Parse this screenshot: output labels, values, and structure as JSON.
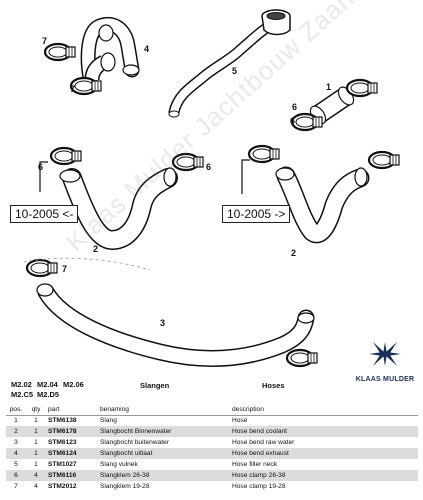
{
  "callouts": {
    "n1": "1",
    "n2a": "2",
    "n2b": "2",
    "n3": "3",
    "n4": "4",
    "n5": "5",
    "n6a": "6",
    "n6b": "6",
    "n6c": "6",
    "n6d": "6",
    "n7a": "7",
    "n7b": "7",
    "n7c": "7"
  },
  "date_before": "10-2005 <-",
  "date_after": "10-2005 ->",
  "watermark": "Klaas Mulder Jachtbouw Zaandam",
  "logo_text": "KLAAS MULDER",
  "models_row1": [
    "M2.02",
    "M2.04",
    "M2.06"
  ],
  "models_row2": [
    "M2.C5",
    "M2.D5"
  ],
  "column_heads": {
    "dutch": "Slangen",
    "english": "Hoses"
  },
  "table": {
    "headers": {
      "pos": "pos.",
      "qty": "qty",
      "part": "part",
      "name_nl": "benaming",
      "description": "description"
    },
    "rows": [
      {
        "pos": "1",
        "qty": "1",
        "part": "STM6138",
        "name_nl": "Slang",
        "description": "Hose"
      },
      {
        "pos": "2",
        "qty": "1",
        "part": "STM6178",
        "name_nl": "Slangbocht Binnenwater",
        "description": "Hose bend coolant"
      },
      {
        "pos": "3",
        "qty": "1",
        "part": "STM6123",
        "name_nl": "Slangbocht buitenwater",
        "description": "Hose bend raw water"
      },
      {
        "pos": "4",
        "qty": "1",
        "part": "STM6124",
        "name_nl": "Slangbocht uitlaat",
        "description": "Hose bend exhaust"
      },
      {
        "pos": "5",
        "qty": "1",
        "part": "STM1027",
        "name_nl": "Slang vulnek",
        "description": "Hose filler neck"
      },
      {
        "pos": "6",
        "qty": "4",
        "part": "STM6116",
        "name_nl": "Slangklem 26-38",
        "description": "Hose clamp 26-38"
      },
      {
        "pos": "7",
        "qty": "4",
        "part": "STM2012",
        "name_nl": "Slangklem 19-28",
        "description": "Hose clamp 19-28"
      }
    ]
  }
}
